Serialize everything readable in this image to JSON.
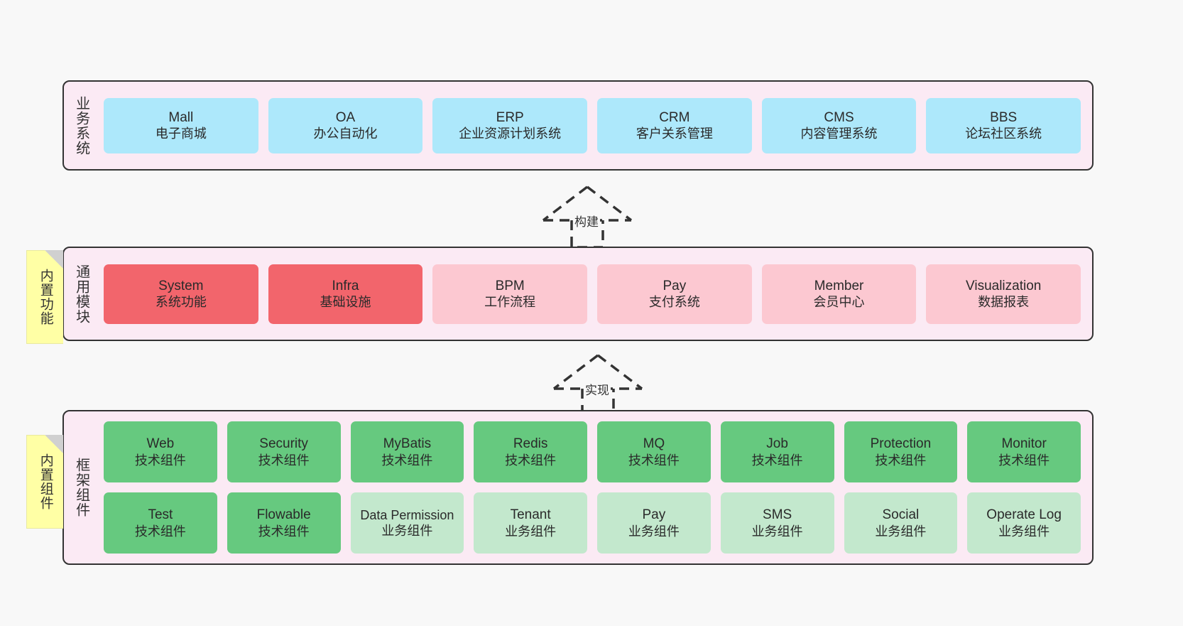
{
  "diagram": {
    "title_layers": [
      "业务系统",
      "通用模块",
      "框架组件"
    ],
    "colors": {
      "panel_bg": "#fbeaf4",
      "panel_border": "#333333",
      "business_cell": "#ade8fb",
      "module_core_cell": "#f2656c",
      "module_cell": "#fcc8d1",
      "framework_tech_cell": "#66c97f",
      "framework_biz_cell": "#c3e8cd",
      "note_bg": "#ffffa5",
      "note_fold": "#d0d0d0",
      "canvas_bg": "#f8f8f8"
    },
    "notes": [
      {
        "text": "内置功能"
      },
      {
        "text": "内置组件"
      }
    ],
    "connectors": [
      {
        "label": "构建",
        "style": "dashed-hollow-triangle-up"
      },
      {
        "label": "实现",
        "style": "dashed-hollow-triangle-up"
      }
    ],
    "layers": [
      {
        "name": "业务系统",
        "rows": [
          [
            {
              "en": "Mall",
              "cn": "电子商城",
              "color": "#ade8fb"
            },
            {
              "en": "OA",
              "cn": "办公自动化",
              "color": "#ade8fb"
            },
            {
              "en": "ERP",
              "cn": "企业资源计划系统",
              "color": "#ade8fb"
            },
            {
              "en": "CRM",
              "cn": "客户关系管理",
              "color": "#ade8fb"
            },
            {
              "en": "CMS",
              "cn": "内容管理系统",
              "color": "#ade8fb"
            },
            {
              "en": "BBS",
              "cn": "论坛社区系统",
              "color": "#ade8fb"
            }
          ]
        ]
      },
      {
        "name": "通用模块",
        "rows": [
          [
            {
              "en": "System",
              "cn": "系统功能",
              "color": "#f2656c"
            },
            {
              "en": "Infra",
              "cn": "基础设施",
              "color": "#f2656c"
            },
            {
              "en": "BPM",
              "cn": "工作流程",
              "color": "#fcc8d1"
            },
            {
              "en": "Pay",
              "cn": "支付系统",
              "color": "#fcc8d1"
            },
            {
              "en": "Member",
              "cn": "会员中心",
              "color": "#fcc8d1"
            },
            {
              "en": "Visualization",
              "cn": "数据报表",
              "color": "#fcc8d1"
            }
          ]
        ]
      },
      {
        "name": "框架组件",
        "rows": [
          [
            {
              "en": "Web",
              "cn": "技术组件",
              "color": "#66c97f"
            },
            {
              "en": "Security",
              "cn": "技术组件",
              "color": "#66c97f"
            },
            {
              "en": "MyBatis",
              "cn": "技术组件",
              "color": "#66c97f"
            },
            {
              "en": "Redis",
              "cn": "技术组件",
              "color": "#66c97f"
            },
            {
              "en": "MQ",
              "cn": "技术组件",
              "color": "#66c97f"
            },
            {
              "en": "Job",
              "cn": "技术组件",
              "color": "#66c97f"
            },
            {
              "en": "Protection",
              "cn": "技术组件",
              "color": "#66c97f"
            },
            {
              "en": "Monitor",
              "cn": "技术组件",
              "color": "#66c97f"
            }
          ],
          [
            {
              "en": "Test",
              "cn": "技术组件",
              "color": "#66c97f"
            },
            {
              "en": "Flowable",
              "cn": "技术组件",
              "color": "#66c97f"
            },
            {
              "en": "Data Permission",
              "cn": "业务组件",
              "color": "#c3e8cd"
            },
            {
              "en": "Tenant",
              "cn": "业务组件",
              "color": "#c3e8cd"
            },
            {
              "en": "Pay",
              "cn": "业务组件",
              "color": "#c3e8cd"
            },
            {
              "en": "SMS",
              "cn": "业务组件",
              "color": "#c3e8cd"
            },
            {
              "en": "Social",
              "cn": "业务组件",
              "color": "#c3e8cd"
            },
            {
              "en": "Operate Log",
              "cn": "业务组件",
              "color": "#c3e8cd"
            }
          ]
        ]
      }
    ]
  }
}
